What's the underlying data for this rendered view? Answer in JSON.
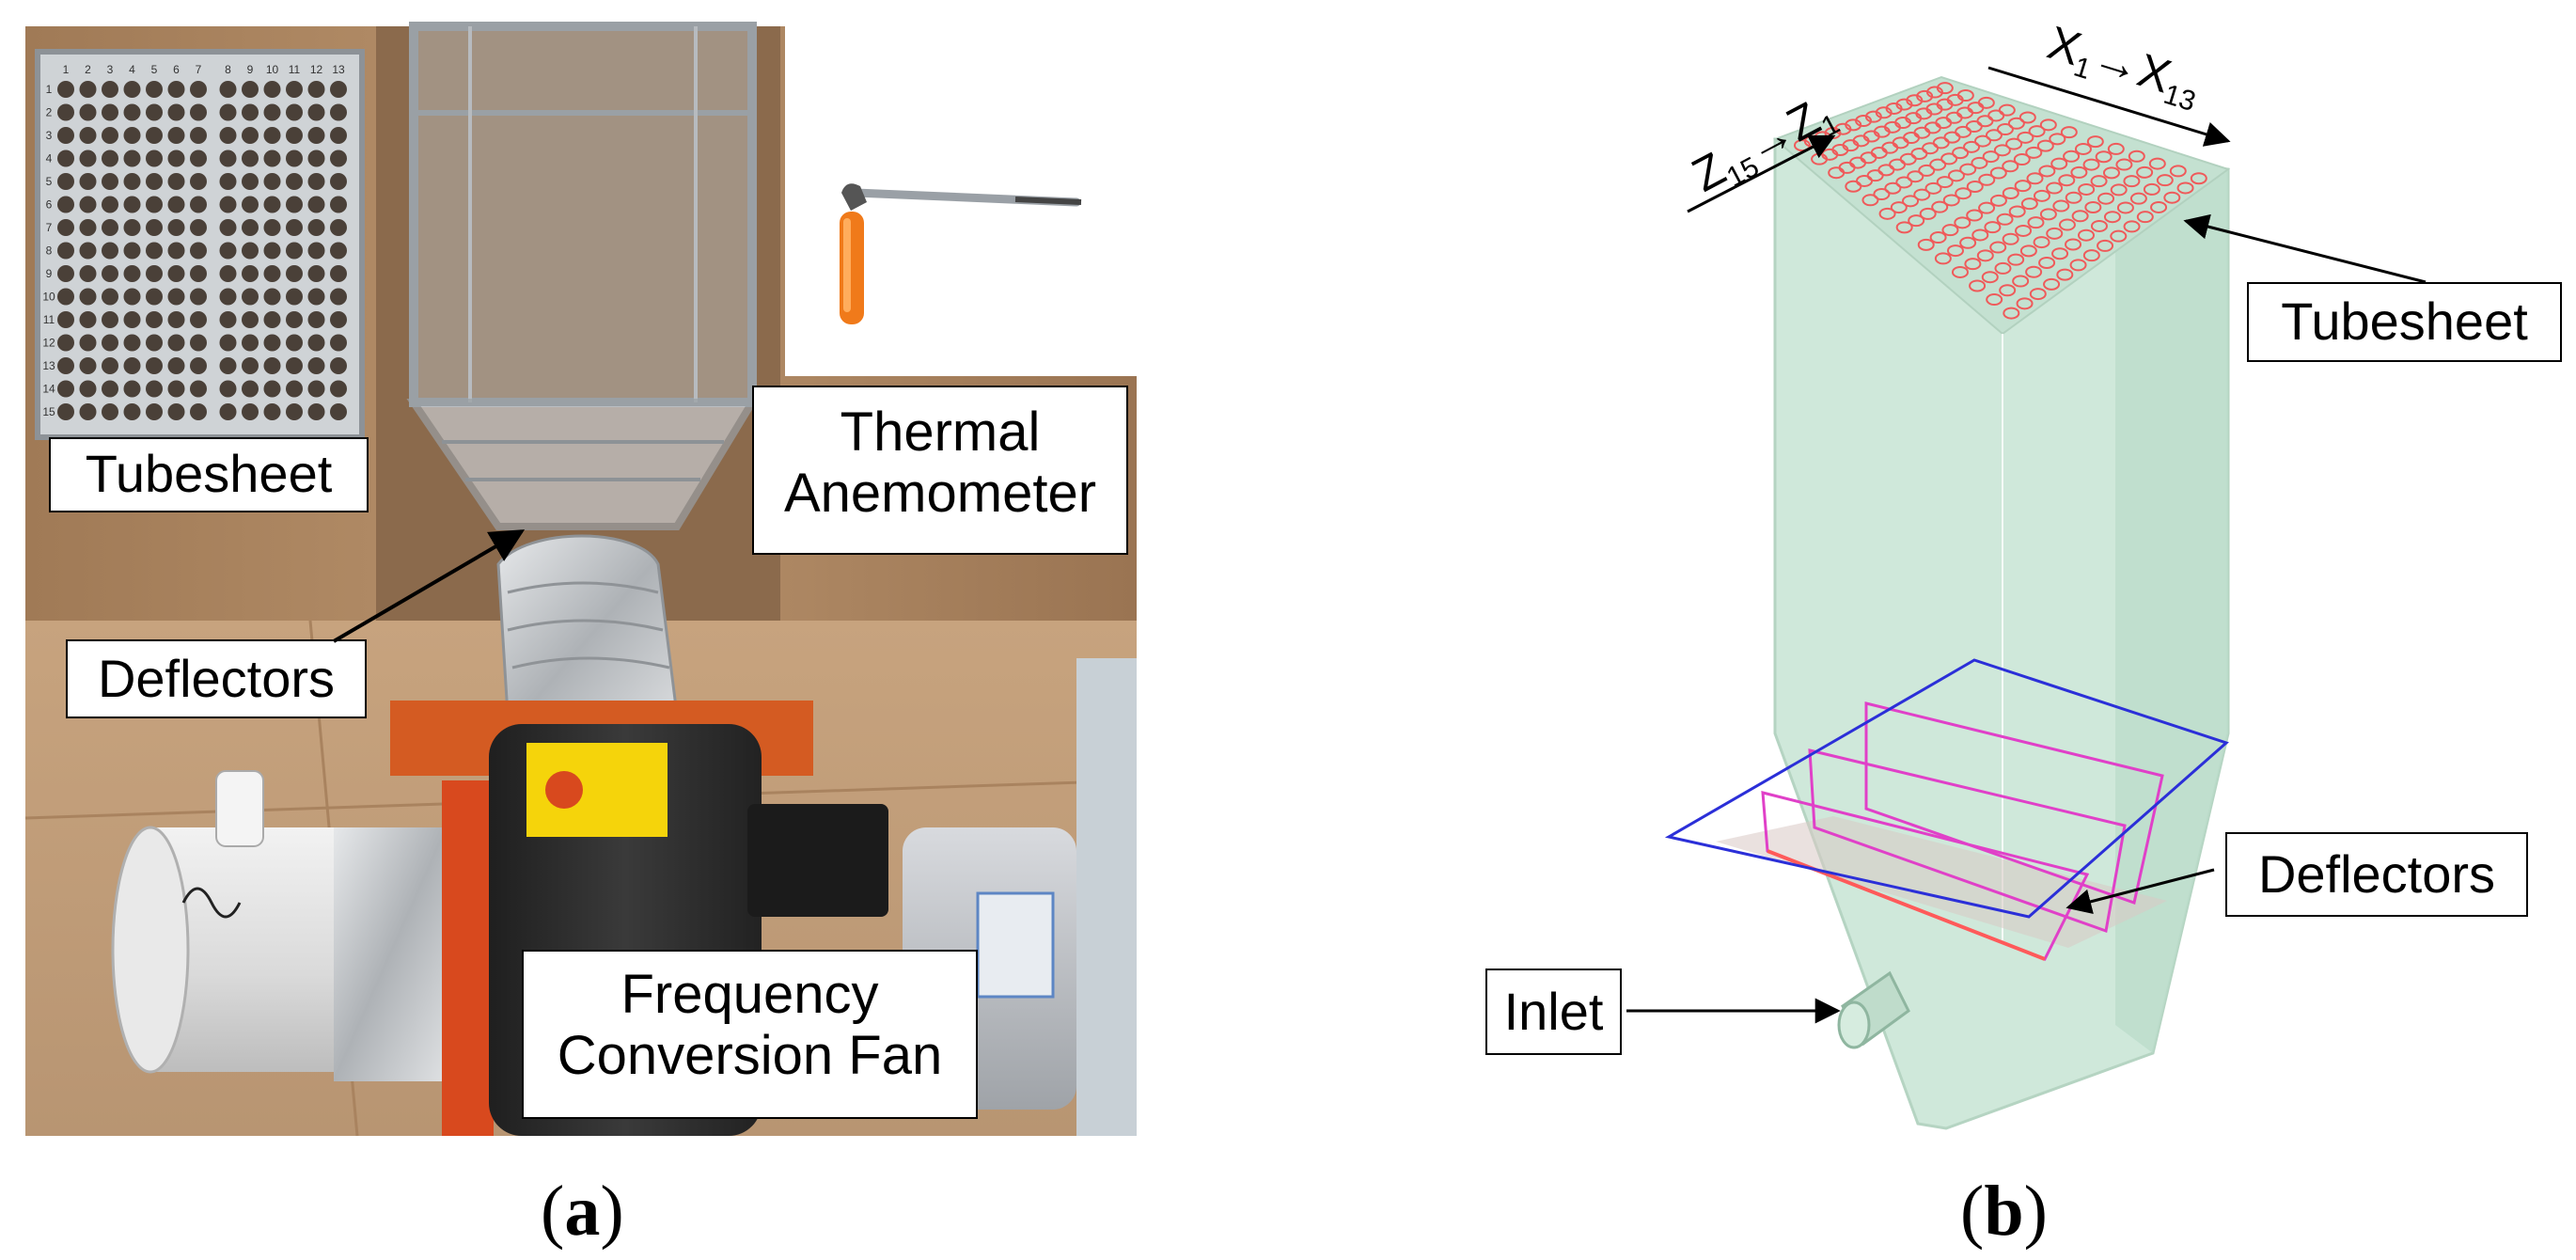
{
  "panel_a": {
    "labels": {
      "tubesheet": "Tubesheet",
      "thermal_anemometer": "Thermal\nAnemometer",
      "deflectors": "Deflectors",
      "fan": "Frequency\nConversion Fan"
    },
    "tubesheet_column_numbers": [
      "1",
      "2",
      "3",
      "4",
      "5",
      "6",
      "7",
      "8",
      "9",
      "10",
      "11",
      "12",
      "13"
    ],
    "tubesheet_row_numbers": [
      "1",
      "2",
      "3",
      "4",
      "5",
      "6",
      "7",
      "8",
      "9",
      "10",
      "11",
      "12",
      "13",
      "14",
      "15"
    ]
  },
  "panel_b": {
    "labels": {
      "tubesheet": "Tubesheet",
      "deflectors": "Deflectors",
      "inlet": "Inlet"
    },
    "z_axis": {
      "from_base": "Z",
      "from_sub": "15",
      "to_base": "Z",
      "to_sub": "1"
    },
    "x_axis": {
      "from_base": "X",
      "from_sub": "1",
      "to_base": "X",
      "to_sub": "13"
    }
  },
  "captions": {
    "a": {
      "open": "(",
      "letter": "a",
      "close": ")"
    },
    "b": {
      "open": "(",
      "letter": "b",
      "close": ")"
    }
  },
  "colors": {
    "hopper_fill": "#cfe8da",
    "tube_ring": "#ef5a5a",
    "deflector_top": "#2b2fd8",
    "deflector_plate": "#e040c8",
    "fan_housing": "#2b2b2b",
    "fan_flange": "#d8491e",
    "duct_foil": "#c8cace",
    "box_frame": "#a8acb0",
    "floor_board": "#c9a27a"
  }
}
